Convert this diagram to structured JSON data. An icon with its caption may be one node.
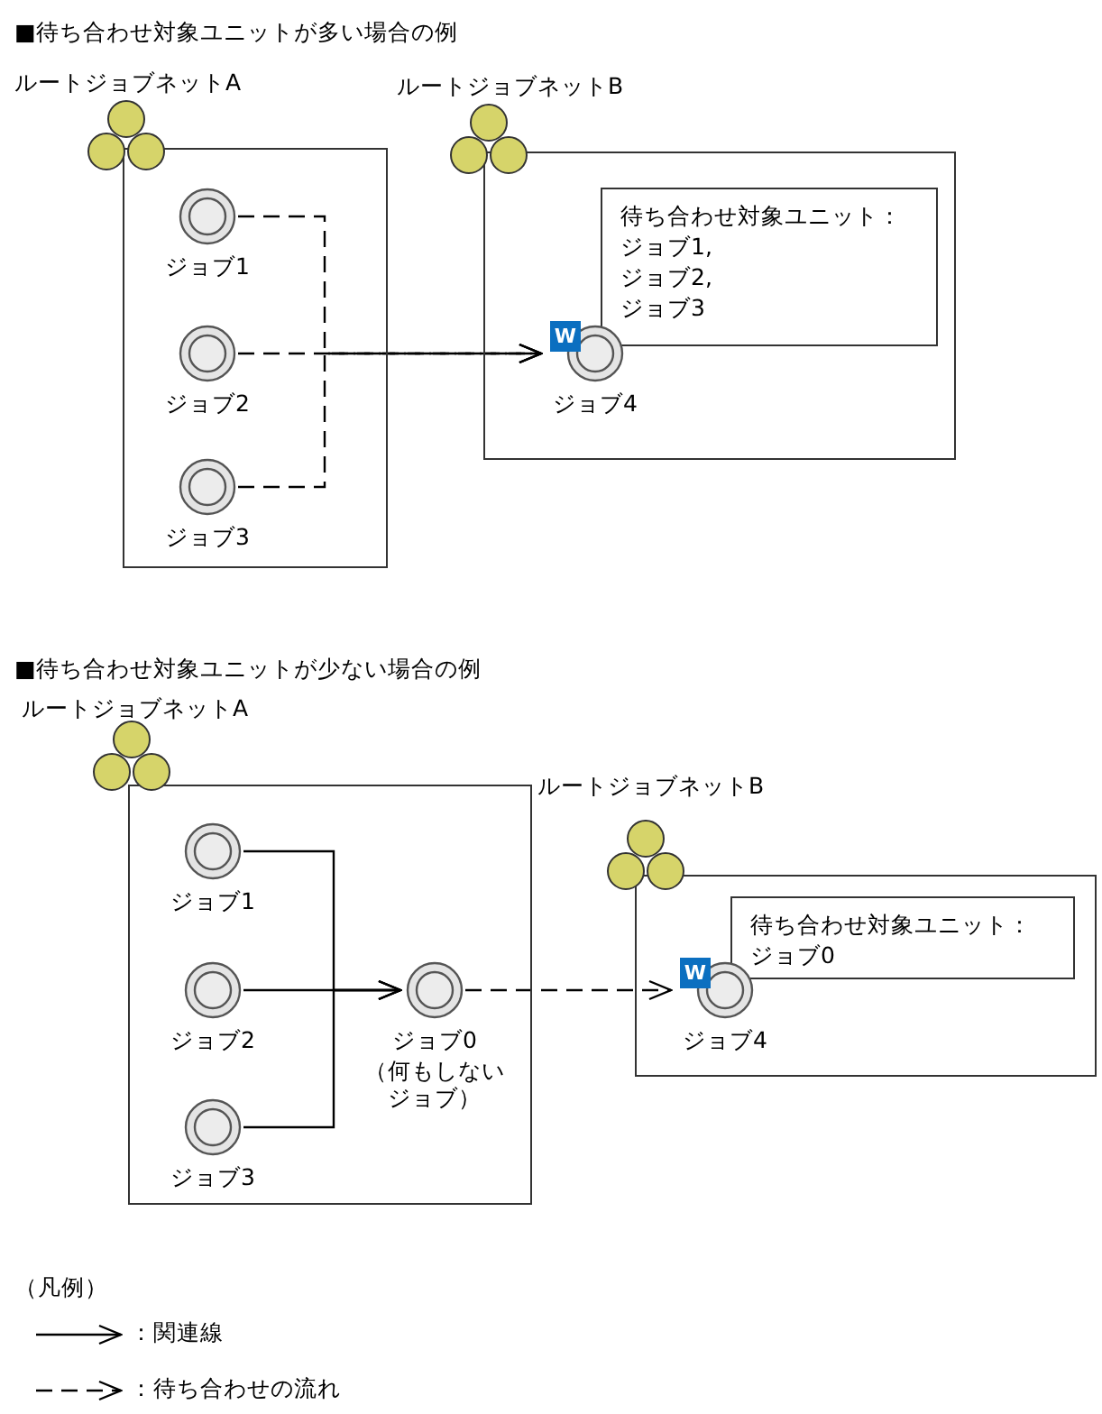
{
  "diagram": {
    "nodes": [
      {
        "text": [
          "ルートジョブネットA"
        ]
      },
      {
        "text": [
          "ジョブ1"
        ],
        "in": 0
      },
      {
        "text": [
          "ジョブ2"
        ],
        "in": 0
      },
      {
        "text": [
          "ジョブ3"
        ],
        "in": 0
      },
      {
        "text": [
          "ルートジョブネットB"
        ]
      },
      {
        "text": [
          "待ち合わせ対象ユニット：",
          "ジョブ1,",
          "ジョブ2,",
          "ジョブ3"
        ],
        "in": 4
      },
      {
        "text": [
          "ジョブ4"
        ],
        "beside": [
          "W"
        ],
        "in": 4
      },
      {
        "text": [
          "ルートジョブネットA"
        ]
      },
      {
        "text": [
          "ジョブ1"
        ],
        "in": 7
      },
      {
        "text": [
          "ジョブ2"
        ],
        "in": 7
      },
      {
        "text": [
          "ジョブ3"
        ],
        "in": 7
      },
      {
        "text": [
          "ジョブ0",
          "（何もしないジョブ）"
        ],
        "in": 7
      },
      {
        "text": [
          "ルートジョブネットB"
        ]
      },
      {
        "text": [
          "待ち合わせ対象ユニット：",
          "ジョブ0"
        ],
        "in": 12
      },
      {
        "text": [
          "ジョブ4"
        ],
        "beside": [
          "W"
        ],
        "in": 12
      }
    ],
    "edges": [
      {
        "from": 1,
        "to": 6,
        "arrow": "to",
        "style": "dashed"
      },
      {
        "from": 2,
        "to": 6,
        "arrow": "to",
        "style": "dashed"
      },
      {
        "from": 3,
        "to": 6,
        "arrow": "to",
        "style": "dashed"
      },
      {
        "from": 8,
        "to": 11,
        "arrow": "to"
      },
      {
        "from": 9,
        "to": 11,
        "arrow": "to"
      },
      {
        "from": 10,
        "to": 11,
        "arrow": "to"
      },
      {
        "from": 11,
        "to": 14,
        "arrow": "to",
        "style": "dashed"
      }
    ],
    "labels": [
      "■待ち合わせ対象ユニットが多い場合の例",
      "■待ち合わせ対象ユニットが少ない場合の例",
      "（凡例）"
    ],
    "legend": [
      {
        "text": "：関連線"
      },
      {
        "text": "：待ち合わせの流れ"
      }
    ]
  }
}
